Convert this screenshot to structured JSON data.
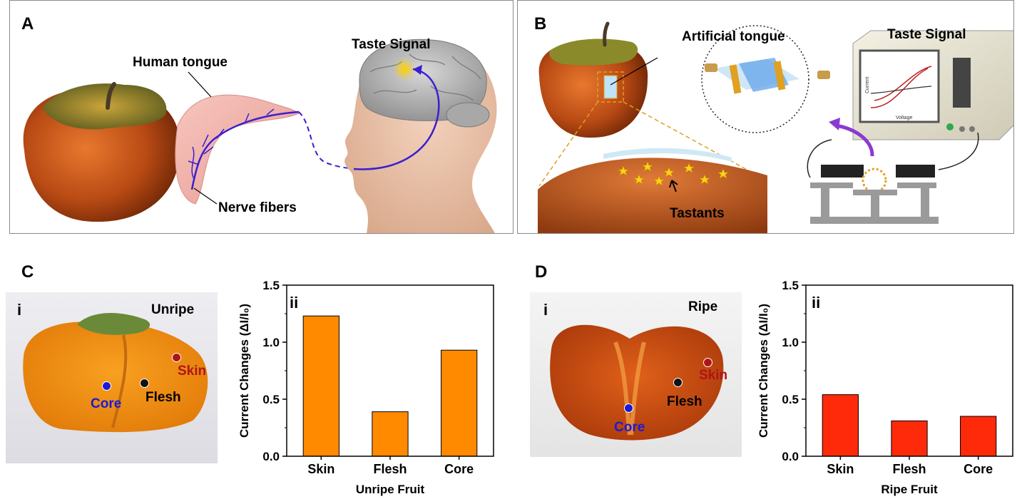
{
  "panels": {
    "a": {
      "letter": "A",
      "labels": {
        "human_tongue": "Human tongue",
        "taste_signal": "Taste Signal",
        "nerve_fibers": "Nerve fibers"
      }
    },
    "b": {
      "letter": "B",
      "labels": {
        "artificial_tongue": "Artificial tongue",
        "taste_signal": "Taste Signal",
        "tastants": "Tastants",
        "screen_x": "Voltage",
        "screen_y": "Current"
      }
    },
    "c": {
      "letter": "C",
      "photo": {
        "roman": "i",
        "state": "Unripe",
        "skin": "Skin",
        "flesh": "Flesh",
        "core": "Core"
      },
      "chart_roman": "ii"
    },
    "d": {
      "letter": "D",
      "photo": {
        "roman": "i",
        "state": "Ripe",
        "skin": "Skin",
        "flesh": "Flesh",
        "core": "Core"
      },
      "chart_roman": "ii"
    }
  },
  "colors": {
    "unripe_bar": "#ff8a00",
    "ripe_bar": "#ff2a0a",
    "skin_marker": "#b01515",
    "flesh_marker": "#111111",
    "core_marker": "#1a1ad6",
    "nerve": "#3a1fd0"
  },
  "chart_data": [
    {
      "type": "bar",
      "categories": [
        "Skin",
        "Flesh",
        "Core"
      ],
      "values": [
        1.23,
        0.39,
        0.93
      ],
      "xlabel": "Unripe Fruit",
      "ylabel": "Current Changes (ΔI/I₀)",
      "ylim": [
        0,
        1.5
      ],
      "yticks": [
        "0.0",
        "0.5",
        "1.0",
        "1.5"
      ],
      "color": "#ff8a00"
    },
    {
      "type": "bar",
      "categories": [
        "Skin",
        "Flesh",
        "Core"
      ],
      "values": [
        0.54,
        0.31,
        0.35
      ],
      "xlabel": "Ripe Fruit",
      "ylabel": "Current Changes (ΔI/I₀)",
      "ylim": [
        0,
        1.5
      ],
      "yticks": [
        "0.0",
        "0.5",
        "1.0",
        "1.5"
      ],
      "color": "#ff2a0a"
    }
  ]
}
